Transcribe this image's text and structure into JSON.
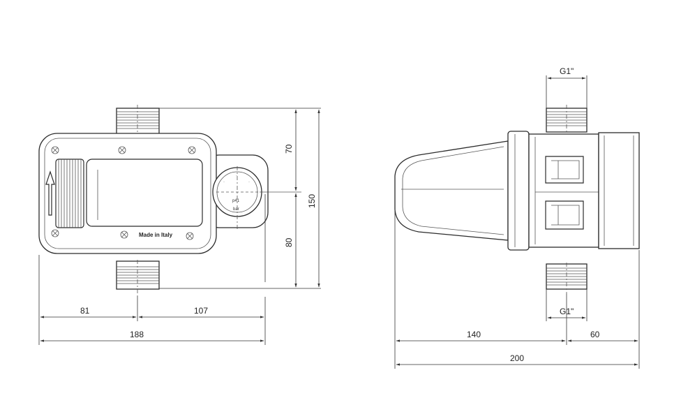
{
  "front_view": {
    "dim_left_width": "81",
    "dim_right_width": "107",
    "dim_total_width": "188",
    "dim_upper_height": "70",
    "dim_lower_height": "80",
    "dim_total_height": "150",
    "housing_label": "Made in Italy",
    "gauge_label_1": "p41",
    "gauge_label_2": "bar"
  },
  "side_view": {
    "thread_top": "G1\"",
    "thread_bottom": "G1\"",
    "dim_body_length": "140",
    "dim_cap_length": "60",
    "dim_total_length": "200"
  }
}
